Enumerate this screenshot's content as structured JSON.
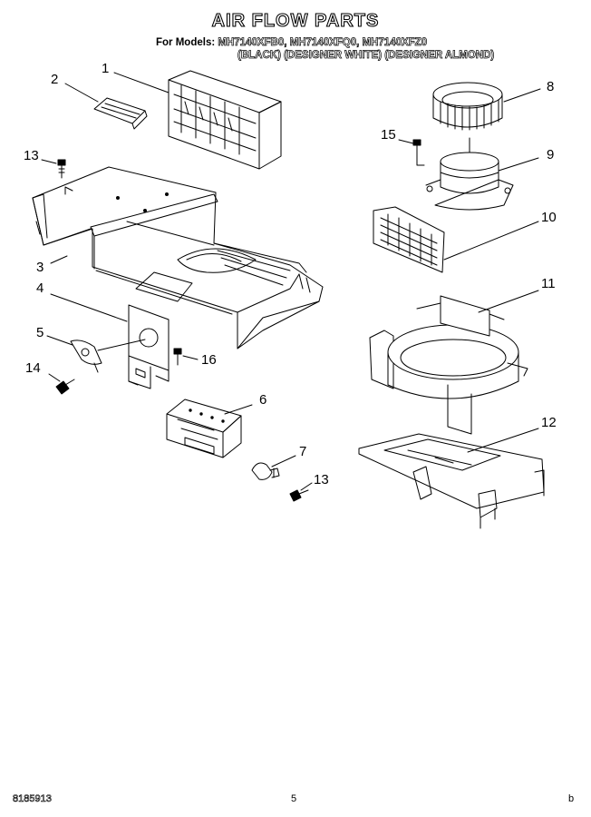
{
  "header": {
    "title": "AIR FLOW PARTS",
    "models_prefix": "For Models:",
    "models": "MH7140XFB0, MH7140XFQ0, MH7140XFZ0",
    "variants": "(BLACK) (DESIGNER WHITE) (DESIGNER ALMOND)"
  },
  "callouts": {
    "c1": "1",
    "c2": "2",
    "c3": "3",
    "c4": "4",
    "c5": "5",
    "c6": "6",
    "c7": "7",
    "c8": "8",
    "c9": "9",
    "c10": "10",
    "c11": "11",
    "c12": "12",
    "c13a": "13",
    "c13b": "13",
    "c14": "14",
    "c15": "15",
    "c16": "16"
  },
  "footer": {
    "doc_number": "8185913",
    "page_number": "5",
    "mark": "b"
  }
}
